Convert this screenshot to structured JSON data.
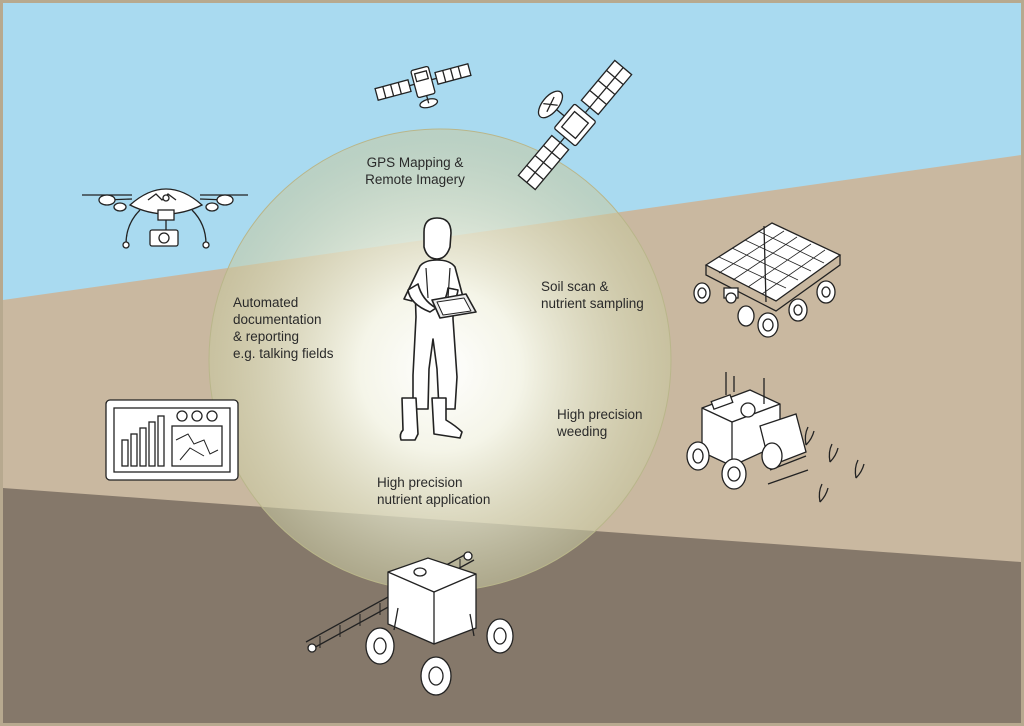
{
  "labels": {
    "gps": [
      "GPS Mapping &",
      "Remote Imagery"
    ],
    "soil": [
      "Soil scan &",
      "nutrient sampling"
    ],
    "documentation": [
      "Automated",
      "documentation",
      "& reporting",
      "e.g. talking fields"
    ],
    "weeding": [
      "High precision",
      "weeding"
    ],
    "nutrient": [
      "High precision",
      "nutrient application"
    ]
  },
  "icons": [
    "satellite-icon",
    "satellite-dish-icon",
    "drone-icon",
    "solar-rover-icon",
    "weeding-robot-icon",
    "dashboard-tablet-icon",
    "sprayer-robot-icon",
    "farmer-with-tablet-icon"
  ],
  "colors": {
    "sky": "#a9daf0",
    "field": "#c9b8a0",
    "soil": "#85786a",
    "circle": "#eef2d8",
    "frame": "#b7a98f"
  }
}
